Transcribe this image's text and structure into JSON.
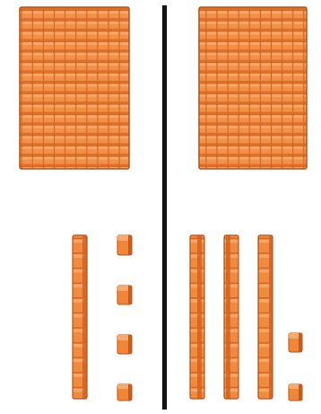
{
  "figure": {
    "block_color": "#ee7b2c",
    "block_light": "#f6a161",
    "block_dark": "#c2561a",
    "divider_color": "#111111"
  },
  "left_group": {
    "hundreds": 1,
    "tens": 1,
    "ones": 4
  },
  "right_group": {
    "hundreds": 1,
    "tens": 3,
    "ones": 2
  }
}
